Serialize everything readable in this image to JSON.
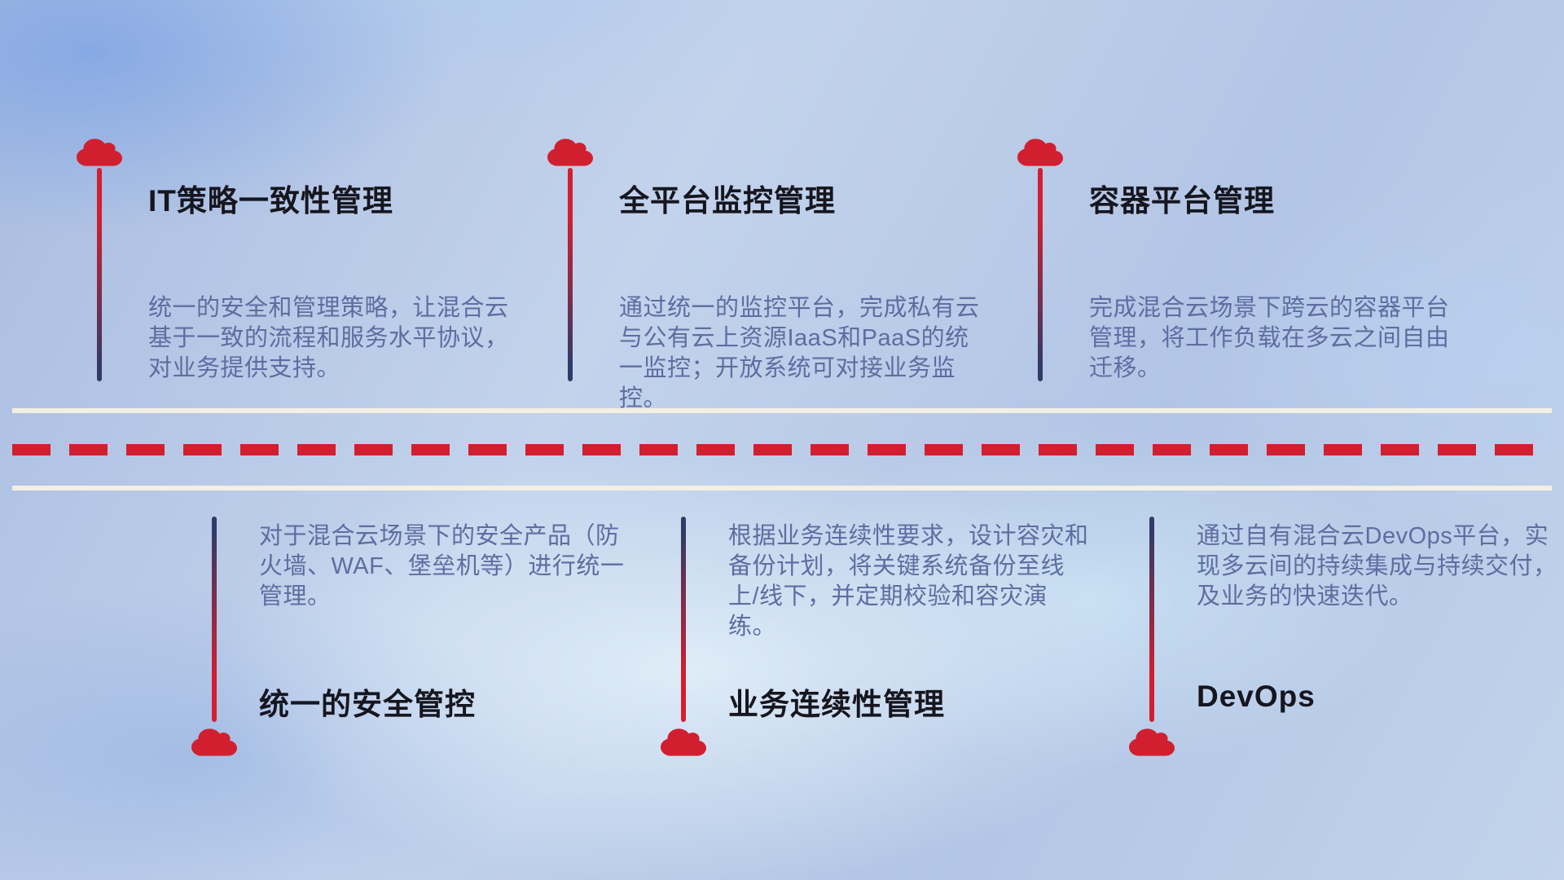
{
  "colors": {
    "red": "#d21f2f",
    "navy": "#333a66",
    "title": "#16161f",
    "desc": "#5e6da0",
    "road": "#f4efe4"
  },
  "features_top": [
    {
      "title": "IT策略一致性管理",
      "description": "统一的安全和管理策略，让混合云基于一致的流程和服务水平协议，对业务提供支持。"
    },
    {
      "title": "全平台监控管理",
      "description": "通过统一的监控平台，完成私有云与公有云上资源IaaS和PaaS的统一监控；开放系统可对接业务监控。"
    },
    {
      "title": "容器平台管理",
      "description": "完成混合云场景下跨云的容器平台管理，将工作负载在多云之间自由迁移。"
    }
  ],
  "features_bottom": [
    {
      "title": "统一的安全管控",
      "description": "对于混合云场景下的安全产品（防火墙、WAF、堡垒机等）进行统一管理。"
    },
    {
      "title": "业务连续性管理",
      "description": "根据业务连续性要求，设计容灾和备份计划，将关键系统备份至线上/线下，并定期校验和容灾演练。"
    },
    {
      "title": "DevOps",
      "description": "通过自有混合云DevOps平台，实现多云间的持续集成与持续交付，及业务的快速迭代。"
    }
  ]
}
